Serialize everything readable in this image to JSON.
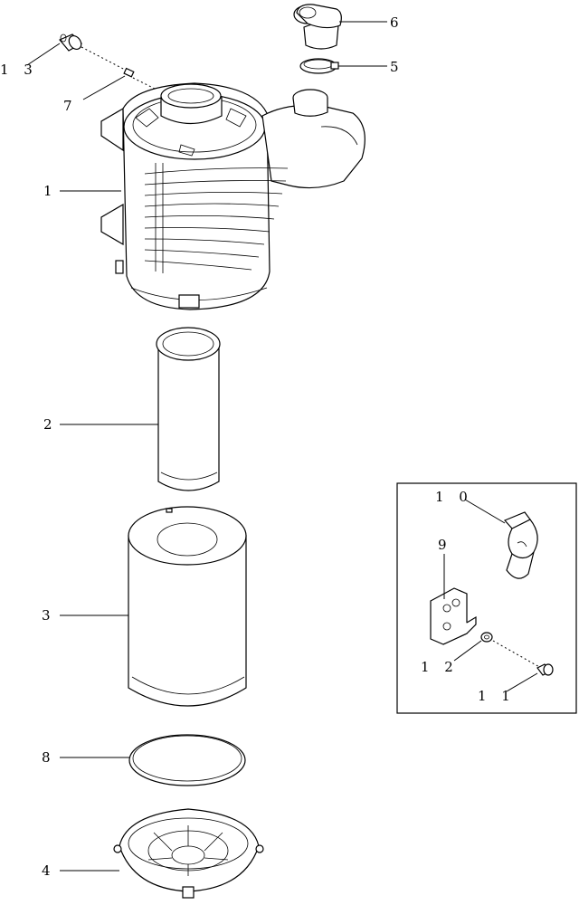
{
  "callouts": {
    "c1": "1",
    "c2": "2",
    "c3": "3",
    "c4": "4",
    "c5": "5",
    "c6": "6",
    "c7": "7",
    "c8": "8",
    "c9": "9",
    "c10": "1 0",
    "c11": "1 1",
    "c12": "1 2",
    "c13": "1 3"
  }
}
